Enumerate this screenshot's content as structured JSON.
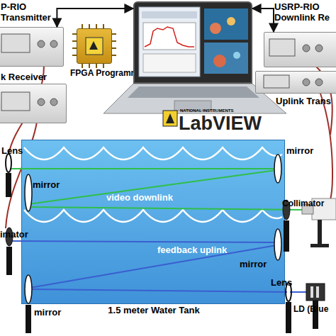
{
  "diagram": {
    "nodes": [
      {
        "text": [
          "P-RIO Transmitter"
        ]
      },
      {
        "text": [
          "FPGA Programmable"
        ]
      },
      {
        "text": [
          "NATIONAL INSTRUMENTS",
          "LabVIEW"
        ]
      },
      {
        "text": [
          "USRP-RIO Downlink Re"
        ]
      },
      {
        "text": [
          "k Receiver"
        ]
      },
      {
        "text": [
          "Uplink Trans"
        ]
      },
      {
        "text": [
          "1.5 meter Water Tank"
        ]
      }
    ],
    "edges": [
      {
        "from": 2,
        "to": 0,
        "arrow": "both"
      },
      {
        "from": 2,
        "to": 3,
        "arrow": "both"
      }
    ],
    "labels": [
      "Lens",
      "mirror",
      "mirror",
      "video downlink",
      "Collimator",
      "imator",
      "feedback uplink",
      "mirror",
      "Lens",
      "LD (Blue",
      "mirror"
    ]
  }
}
